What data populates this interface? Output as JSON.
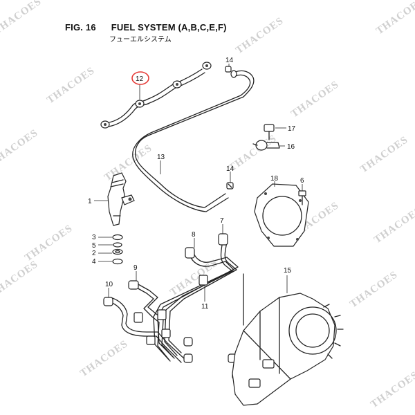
{
  "figure": {
    "number": "FIG. 16",
    "title": "FUEL SYSTEM (A,B,C,E,F)",
    "subtitle": "フューエルシステム"
  },
  "watermark": "THACOES",
  "callouts": {
    "c1": "1",
    "c2": "2",
    "c3": "3",
    "c4": "4",
    "c5": "5",
    "c6": "6",
    "c7": "7",
    "c8": "8",
    "c9": "9",
    "c10": "10",
    "c11": "11",
    "c12": "12",
    "c13": "13",
    "c14a": "14",
    "c14b": "14",
    "c15": "15",
    "c16": "16",
    "c17": "17",
    "c18": "18"
  },
  "highlight": {
    "color": "#e53935"
  }
}
